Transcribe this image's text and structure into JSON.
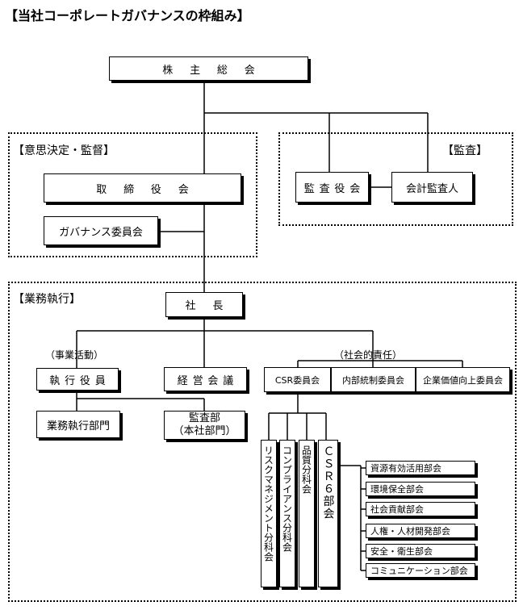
{
  "title": "【当社コーポレートガバナンスの枠組み】",
  "sections": {
    "decision": "【意思決定・監督】",
    "audit": "【監査】",
    "execution": "【業務執行】"
  },
  "nodes": {
    "shareholders": "株主総会",
    "board": "取締役会",
    "governance_committee": "ガバナンス委員会",
    "auditors": "監査役会",
    "accounting_auditor": "会計監査人",
    "president": "社長",
    "business_activities_label": "（事業活動）",
    "social_responsibility_label": "（社会的責任）",
    "executive_officers": "執行役員",
    "management_meeting": "経営会議",
    "business_divisions": "業務執行部門",
    "audit_dept_line1": "監査部",
    "audit_dept_line2": "（本社部門）",
    "csr_committee": "CSR委員会",
    "internal_control_committee": "内部統制委員会",
    "corporate_value_committee": "企業価値向上委員会",
    "risk_subcommittee": "リスクマネジメント分科会",
    "compliance_subcommittee": "コンプライアンス分科会",
    "quality_subcommittee": "品質分科会",
    "csr6_subcommittee": "ＣＳＲ６部会"
  },
  "csr6_groups": [
    "資源有効活用部会",
    "環境保全部会",
    "社会貢献部会",
    "人権・人材開発部会",
    "安全・衛生部会",
    "コミュニケーション部会"
  ]
}
